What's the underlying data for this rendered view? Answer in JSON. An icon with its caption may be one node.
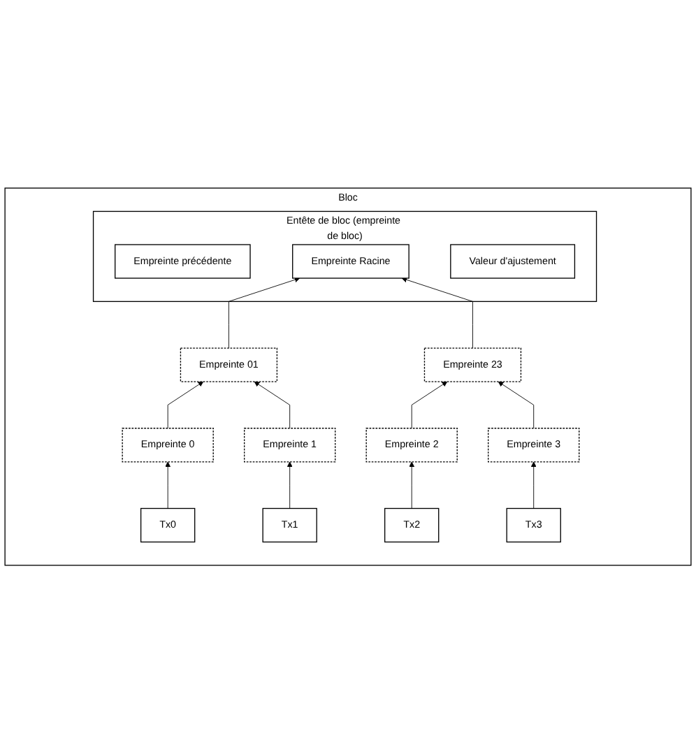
{
  "diagram": {
    "nodes": [
      {
        "text": [
          "Bloc"
        ]
      },
      {
        "text": [
          "Entête de bloc (empreinte de bloc)"
        ],
        "in": 0
      },
      {
        "text": [
          "Empreinte précédente"
        ],
        "in": 1
      },
      {
        "text": [
          "Valeur d'ajustement"
        ],
        "in": 1
      },
      {
        "text": [
          "Empreinte Racine"
        ],
        "in": 1
      },
      {
        "text": [
          "Empreinte 01"
        ],
        "in": 0
      },
      {
        "text": [
          "Empreinte 23"
        ],
        "in": 0
      },
      {
        "text": [
          "Empreinte 0"
        ],
        "in": 0
      },
      {
        "text": [
          "Empreinte 1"
        ],
        "in": 0
      },
      {
        "text": [
          "Empreinte 2"
        ],
        "in": 0
      },
      {
        "text": [
          "Empreinte 3"
        ],
        "in": 0
      },
      {
        "text": [
          "Tx0"
        ],
        "in": 0
      },
      {
        "text": [
          "Tx1"
        ],
        "in": 0
      },
      {
        "text": [
          "Tx2"
        ],
        "in": 0
      },
      {
        "text": [
          "Tx3"
        ],
        "in": 0
      }
    ],
    "edges": [
      {
        "from": 5,
        "to": 4,
        "arrow": "to"
      },
      {
        "from": 6,
        "to": 4,
        "arrow": "to"
      },
      {
        "from": 7,
        "to": 5,
        "arrow": "to"
      },
      {
        "from": 8,
        "to": 5,
        "arrow": "to"
      },
      {
        "from": 9,
        "to": 6,
        "arrow": "to"
      },
      {
        "from": 10,
        "to": 6,
        "arrow": "to"
      },
      {
        "from": 11,
        "to": 7,
        "arrow": "to"
      },
      {
        "from": 12,
        "to": 8,
        "arrow": "to"
      },
      {
        "from": 13,
        "to": 9,
        "arrow": "to"
      },
      {
        "from": 14,
        "to": 10,
        "arrow": "to"
      }
    ]
  }
}
